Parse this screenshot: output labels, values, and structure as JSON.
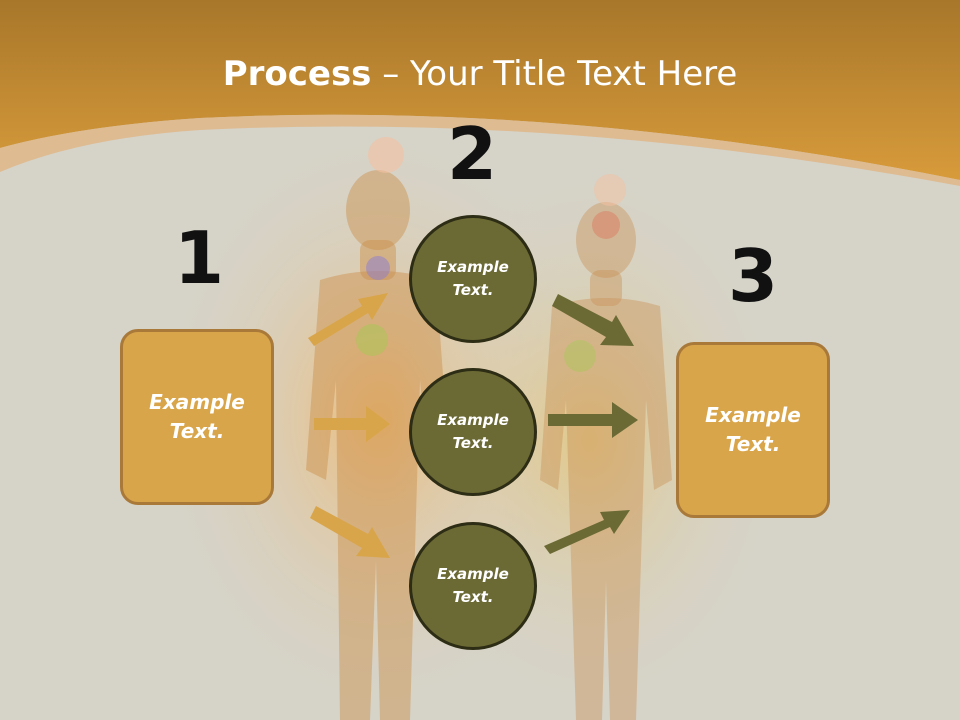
{
  "title": {
    "bold": "Process",
    "rest": " – Your Title Text Here"
  },
  "steps": [
    {
      "number": "1",
      "box_text": "Example Text."
    },
    {
      "number": "2",
      "circles": [
        "Example Text.",
        "Example Text.",
        "Example Text."
      ]
    },
    {
      "number": "3",
      "box_text": "Example Text."
    }
  ],
  "colors": {
    "header": "#d39a3a",
    "box_fill": "#d9a54a",
    "box_border": "#a9793a",
    "circle_fill": "#6b6a35",
    "left_arrows": "#d9a54a",
    "right_arrows": "#6b6a35"
  }
}
